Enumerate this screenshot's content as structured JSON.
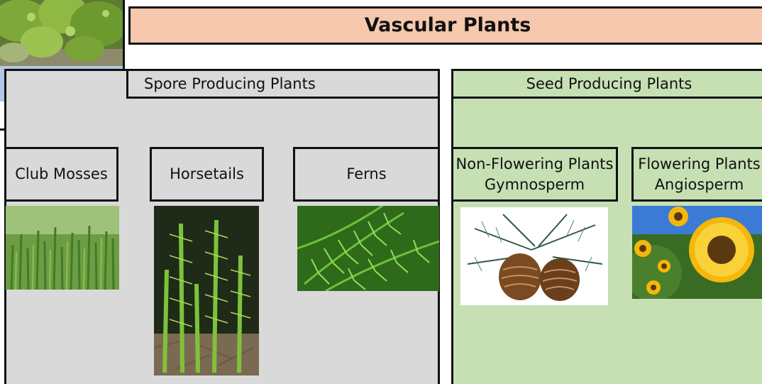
{
  "title": "Vascular Plants",
  "colors": {
    "title_bg": "#f6c8ae",
    "spore_bg": "#d9d9d9",
    "seed_bg": "#c6e0b4",
    "moss_caption_bg": "#b4c7e7",
    "outline": "#111111"
  },
  "spore": {
    "header": "Spore Producing Plants",
    "items": [
      {
        "label": "Club Mosses",
        "image": "club-moss-photo"
      },
      {
        "label": "Horsetails",
        "image": "horsetail-photo"
      },
      {
        "label": "Ferns",
        "image": "fern-photo"
      }
    ]
  },
  "seed": {
    "header": "Seed Producing Plants",
    "items": [
      {
        "line1": "Non-Flowering Plants",
        "line2": "Gymnosperm",
        "image": "pine-cones-photo"
      },
      {
        "line1": "Flowering Plants",
        "line2": "Angiosperm",
        "image": "sunflowers-photo"
      }
    ]
  },
  "moss_card": {
    "image": "moss-photo"
  }
}
